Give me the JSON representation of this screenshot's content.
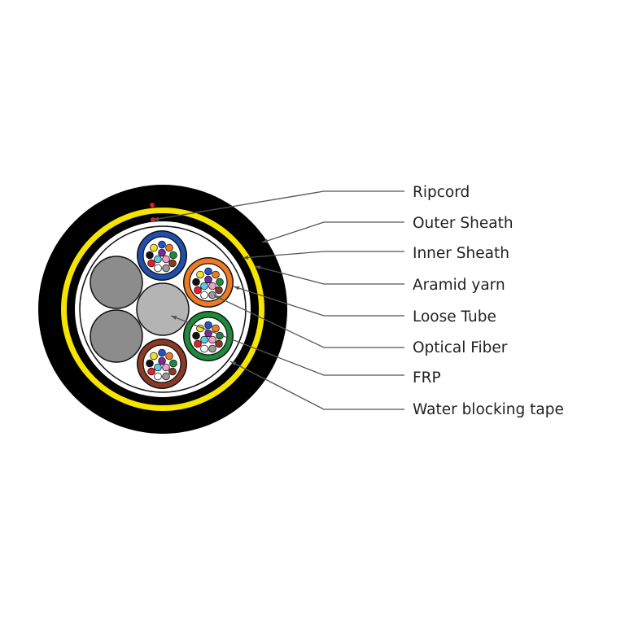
{
  "labels": [
    {
      "text": "Ripcord",
      "tip": "ripcord"
    },
    {
      "text": "Outer Sheath",
      "tip": "outer-sheath"
    },
    {
      "text": "Inner Sheath",
      "tip": "inner-sheath"
    },
    {
      "text": "Aramid yarn",
      "tip": "aramid-yarn"
    },
    {
      "text": "Loose Tube",
      "tip": "loose-tube"
    },
    {
      "text": "Optical Fiber",
      "tip": "optical-fiber"
    },
    {
      "text": "FRP",
      "tip": "frp"
    },
    {
      "text": "Water blocking tape",
      "tip": "water-blocking-tape"
    }
  ],
  "colors": {
    "outer_sheath": "#000000",
    "aramid_yarn": "#f5e400",
    "ripcord": "#d0202a",
    "filler": "#8c8c8c",
    "frp": "#b4b4b4",
    "leader": "#555555"
  },
  "loose_tubes": [
    "#1f4fa8",
    "#ef7a22",
    "#1e8a3a",
    "#8a3a24"
  ],
  "fiber_colors": [
    "#1f55c8",
    "#f5e12a",
    "#ef7a22",
    "#111111",
    "#7b2a9a",
    "#1e8a3a",
    "#e0202a",
    "#5cc8e0",
    "#f0a0c8",
    "#8a3a24",
    "#ffffff",
    "#9a9a9a"
  ]
}
